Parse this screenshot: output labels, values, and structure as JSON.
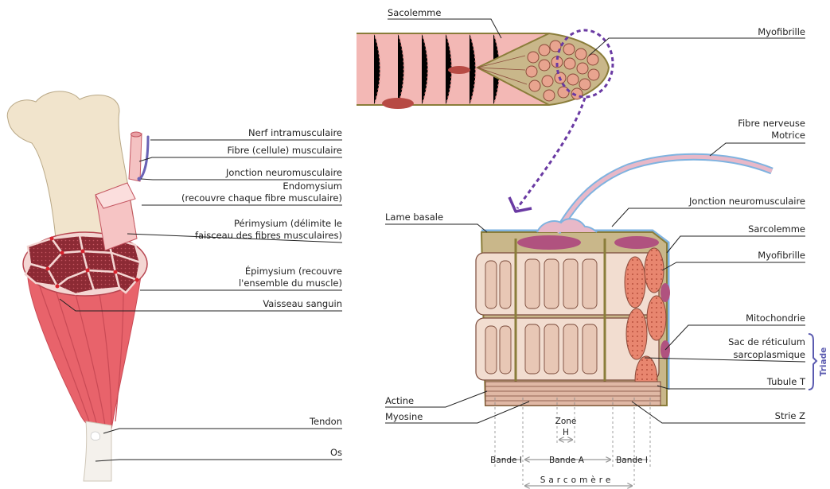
{
  "left_labels": {
    "nerf": "Nerf intramusculaire",
    "fibre": "Fibre (cellule) musculaire",
    "jonction": "Jonction neuromusculaire",
    "endo1": "Endomysium",
    "endo2": "(recouvre chaque fibre musculaire)",
    "peri1": "Périmysium (délimite le",
    "peri2": "faisceau des fibres musculaires)",
    "epi1": "Épimysium (recouvre",
    "epi2": "l'ensemble du muscle)",
    "vaisseau": "Vaisseau sanguin",
    "tendon": "Tendon",
    "os": "Os"
  },
  "right_labels": {
    "sacolemme": "Sacolemme",
    "myofibrille_top": "Myofibrille",
    "fibre_nerveuse1": "Fibre nerveuse",
    "fibre_nerveuse2": "Motrice",
    "jonction": "Jonction neuromusculaire",
    "lame": "Lame basale",
    "sarcolemme": "Sarcolemme",
    "myofibrille": "Myofibrille",
    "mitochondrie": "Mitochondrie",
    "sac1": "Sac de réticulum",
    "sac2": "sarcoplasmique",
    "triade": "Triade",
    "tubule": "Tubule T",
    "actine": "Actine",
    "myosine": "Myosine",
    "strie": "Strie Z",
    "zone1": "Zone",
    "zone2": "H",
    "bande_i1": "Bande I",
    "bande_a": "Bande A",
    "bande_i2": "Bande I",
    "sarcomere": "Sarcomère"
  },
  "colors": {
    "muscle": "#e8636b",
    "muscle_dark": "#c94a55",
    "fascicle": "#8c2a34",
    "bone": "#f1e4cc",
    "nerve": "#6a63b5",
    "purple_dash": "#6a3aa3",
    "fiber_pink": "#f3b8b5",
    "membrane": "#8a7d3a",
    "cytoplasm": "#c9b78a",
    "myofibril": "#e8a48f",
    "mito": "#b0527f",
    "nerve_light": "#7fb3e0"
  }
}
